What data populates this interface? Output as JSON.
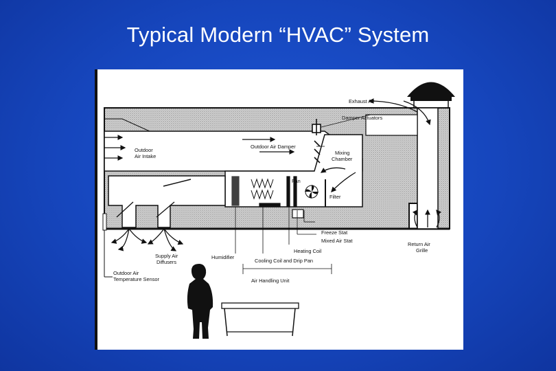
{
  "slide": {
    "title": "Typical Modern “HVAC” System"
  },
  "diagram": {
    "labels": {
      "exhaust_air": "Exhaust Air",
      "damper_actuators": "Damper Actuators",
      "outdoor_air_intake": [
        "Outdoor",
        "Air Intake"
      ],
      "outdoor_air_damper": "Outdoor Air Damper",
      "mixing_chamber": [
        "Mixing",
        "Chamber"
      ],
      "fan": "Fan",
      "filter": "Filter",
      "freeze_stat": "Freeze Stat",
      "mixed_air_stat": "Mixed Air Stat",
      "heating_coil": "Heating Coil",
      "cooling_coil": "Cooling Coil and Drip Pan",
      "humidifier": "Humidifier",
      "supply_air_diffusers": [
        "Supply Air",
        "Diffusers"
      ],
      "outdoor_air_temp_sensor": [
        "Outdoor Air",
        "Temperature Sensor"
      ],
      "return_air_grille": [
        "Return Air",
        "Grille"
      ],
      "air_handling_unit": "Air Handling Unit"
    }
  },
  "colors": {
    "background": "#1646bd",
    "title": "#ffffff",
    "ink": "#111111",
    "duct_fill": "#c9c9c9"
  }
}
